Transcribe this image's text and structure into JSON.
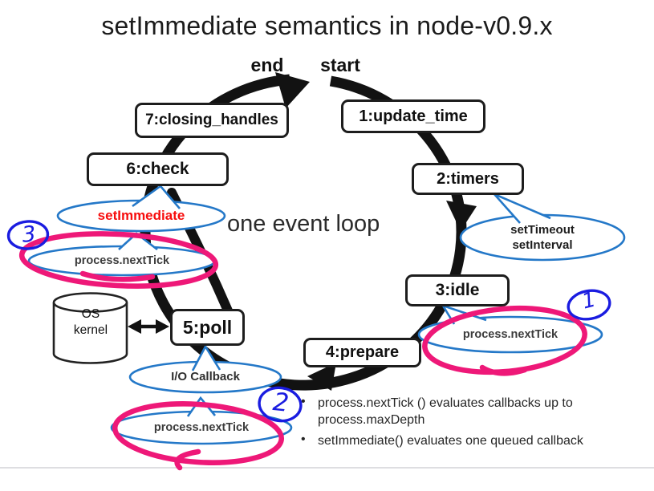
{
  "title": "setImmediate semantics in node-v0.9.x",
  "loop": {
    "end_label": "end",
    "start_label": "start",
    "center_label": "one event loop",
    "stages": [
      {
        "label": "1:update_time"
      },
      {
        "label": "2:timers"
      },
      {
        "label": "3:idle"
      },
      {
        "label": "4:prepare"
      },
      {
        "label": "5:poll"
      },
      {
        "label": "6:check"
      },
      {
        "label": "7:closing_handles"
      }
    ]
  },
  "callouts": {
    "timers": {
      "line1": "setTimeout",
      "line2": "setInterval"
    },
    "check": {
      "label": "setImmediate",
      "color": "#f70d0d"
    },
    "nexttick_right": {
      "label": "process.nextTick"
    },
    "nexttick_bottom": {
      "label": "process.nextTick"
    },
    "nexttick_left": {
      "label": "process.nextTick"
    },
    "io": {
      "label": "I/O Callback"
    }
  },
  "os_kernel": {
    "line1": "OS",
    "line2": "kernel"
  },
  "annotations": {
    "numbers": [
      {
        "label": "1"
      },
      {
        "label": "2"
      },
      {
        "label": "3"
      }
    ],
    "pen_blue": "#1a1ce0",
    "highlight_pink": "#ee1878"
  },
  "notes": {
    "items": [
      {
        "bullet": "•",
        "lines": [
          "process.nextTick () evaluates callbacks up to",
          "process.maxDepth"
        ]
      },
      {
        "bullet": "•",
        "lines": [
          "setImmediate() evaluates one queued callback"
        ]
      }
    ]
  },
  "colors": {
    "bubble_blue": "#2478c8",
    "loop_black": "#121212",
    "setimmediate_red": "#f70d0d"
  }
}
